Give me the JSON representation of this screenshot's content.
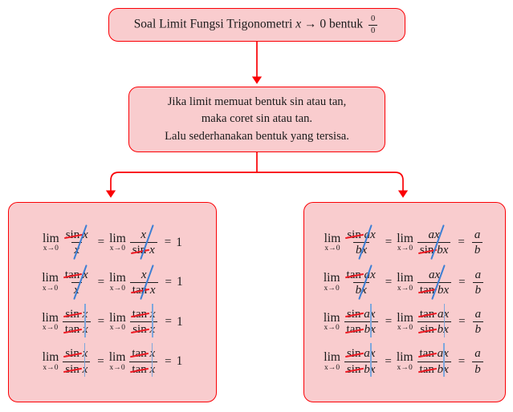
{
  "diagram": {
    "title_box": {
      "text": "Soal Limit Fungsi Trigonometri x → 0 bentuk 0/0",
      "label_main": "Soal Limit Fungsi Trigonometri",
      "variable": "x",
      "arrow": "→",
      "limit_value": "0",
      "word_bentuk": "bentuk",
      "fraction_num": "0",
      "fraction_den": "0"
    },
    "rule_box": {
      "line1": "Jika limit memuat bentuk sin atau tan,",
      "line2": "maka coret sin atau tan.",
      "line3": "Lalu sederhanakan bentuk yang tersisa."
    },
    "colors": {
      "box_fill": "#f9ccce",
      "box_border": "#fa0005",
      "connector": "#fa0005",
      "strike_red": "#ee1b24",
      "slash_blue": "#3d7fd4",
      "vertical_blue": "#7da7dd",
      "text": "#1a1a1a",
      "background": "#ffffff"
    },
    "limit_operator": "lim",
    "limit_subscript": "x→0",
    "equals": "=",
    "left_box": {
      "rows": [
        {
          "lhs_num": "sin x",
          "lhs_den": "x",
          "rhs_num": "x",
          "rhs_den": "sin x",
          "result": "1",
          "num_fn": "sin",
          "num_var": "x",
          "den_fn": "",
          "den_var": "x",
          "r_num_fn": "",
          "r_num_var": "x",
          "r_den_fn": "sin",
          "r_den_var": "x",
          "mark": "slash"
        },
        {
          "lhs_num": "tan x",
          "lhs_den": "x",
          "rhs_num": "x",
          "rhs_den": "tan x",
          "result": "1",
          "num_fn": "tan",
          "num_var": "x",
          "den_fn": "",
          "den_var": "x",
          "r_num_fn": "",
          "r_num_var": "x",
          "r_den_fn": "tan",
          "r_den_var": "x",
          "mark": "slash"
        },
        {
          "lhs_num": "sin x",
          "lhs_den": "tan x",
          "rhs_num": "tan x",
          "rhs_den": "sin x",
          "result": "1",
          "num_fn": "sin",
          "num_var": "x",
          "den_fn": "tan",
          "den_var": "x",
          "r_num_fn": "tan",
          "r_num_var": "x",
          "r_den_fn": "sin",
          "r_den_var": "x",
          "mark": "vertical"
        },
        {
          "lhs_num": "sin x",
          "lhs_den": "sin x",
          "rhs_num": "tan x",
          "rhs_den": "tan x",
          "result": "1",
          "num_fn": "sin",
          "num_var": "x",
          "den_fn": "sin",
          "den_var": "x",
          "r_num_fn": "tan",
          "r_num_var": "x",
          "r_den_fn": "tan",
          "r_den_var": "x",
          "mark": "vertical"
        }
      ]
    },
    "right_box": {
      "result_num": "a",
      "result_den": "b",
      "rows": [
        {
          "lhs_num": "sin ax",
          "lhs_den": "bx",
          "rhs_num": "ax",
          "rhs_den": "sin bx",
          "result": "a/b",
          "num_fn": "sin",
          "num_var": "ax",
          "den_fn": "",
          "den_var": "bx",
          "r_num_fn": "",
          "r_num_var": "ax",
          "r_den_fn": "sin",
          "r_den_var": "bx",
          "mark": "slash"
        },
        {
          "lhs_num": "tan ax",
          "lhs_den": "bx",
          "rhs_num": "ax",
          "rhs_den": "tan bx",
          "result": "a/b",
          "num_fn": "tan",
          "num_var": "ax",
          "den_fn": "",
          "den_var": "bx",
          "r_num_fn": "",
          "r_num_var": "ax",
          "r_den_fn": "tan",
          "r_den_var": "bx",
          "mark": "slash"
        },
        {
          "lhs_num": "sin ax",
          "lhs_den": "tan bx",
          "rhs_num": "tan ax",
          "rhs_den": "sin bx",
          "result": "a/b",
          "num_fn": "sin",
          "num_var": "ax",
          "den_fn": "tan",
          "den_var": "bx",
          "r_num_fn": "tan",
          "r_num_var": "ax",
          "r_den_fn": "sin",
          "r_den_var": "bx",
          "mark": "vertical"
        },
        {
          "lhs_num": "sin ax",
          "lhs_den": "sin bx",
          "rhs_num": "tan ax",
          "rhs_den": "tan bx",
          "result": "a/b",
          "num_fn": "sin",
          "num_var": "ax",
          "den_fn": "sin",
          "den_var": "bx",
          "r_num_fn": "tan",
          "r_num_var": "ax",
          "r_den_fn": "tan",
          "r_den_var": "bx",
          "mark": "vertical"
        }
      ]
    }
  }
}
